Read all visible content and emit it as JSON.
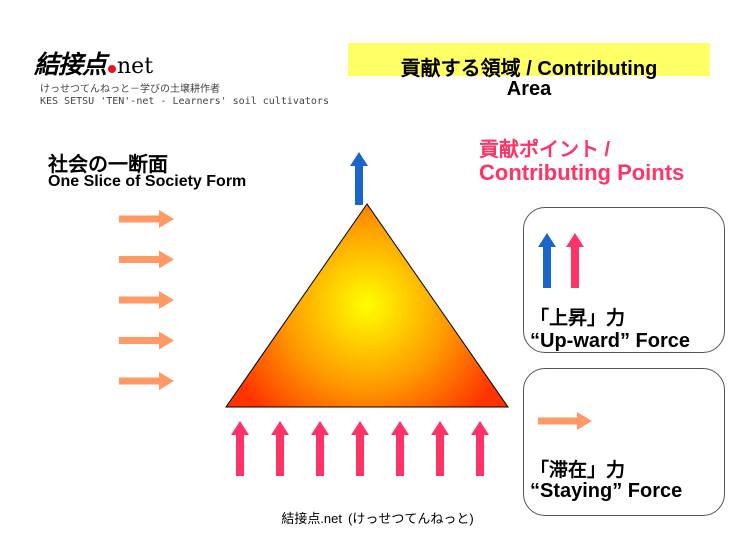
{
  "logo": {
    "name": "結接点",
    "suffix": "net",
    "tagline_jp": "けっせつてんねっと－学びの土壌耕作者",
    "tagline_en": "KES SETSU 'TEN'-net  - Learners' soil cultivators"
  },
  "title": {
    "line1": "貢献する領域 / Contributing",
    "line2": "Area"
  },
  "slice": {
    "label_jp": "社会の一断面",
    "label_en": "One Slice of Society Form"
  },
  "contributing_points": {
    "label_jp": "貢献ポイント /",
    "label_en": "Contributing Points"
  },
  "legend": {
    "upward": {
      "label_jp": "「上昇」力",
      "label_en": "“Up-ward” Force"
    },
    "staying": {
      "label_jp": "「滞在」力",
      "label_en": "“Staying” Force"
    }
  },
  "footer": {
    "text": "結接点.net",
    "reading": "(けっせつてんねっと)"
  },
  "colors": {
    "title_bg": "#ffff66",
    "pink": "#ff3366",
    "blue": "#1a66cc",
    "orange": "#ff9966",
    "triangle_center": "#ffff00",
    "triangle_edge": "#ff3300"
  },
  "diagram": {
    "left_arrow_count": 5,
    "bottom_arrow_count": 7
  }
}
